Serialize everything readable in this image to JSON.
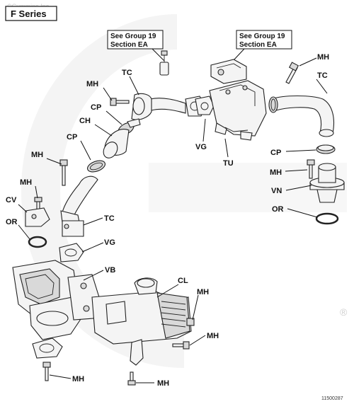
{
  "header": {
    "watermark": "©Cummins Inc",
    "series_label": "F Series"
  },
  "callouts": [
    {
      "line1": "See Group 19",
      "line2": "Section EA"
    },
    {
      "line1": "See Group 19",
      "line2": "Section EA"
    }
  ],
  "labels": {
    "mh_top_right": "MH",
    "tc_top_right": "TC",
    "mh_upper_left": "MH",
    "tc_upper": "TC",
    "cp_upper": "CP",
    "ch": "CH",
    "cp_mid": "CP",
    "vg_upper": "VG",
    "tu": "TU",
    "cp_right": "CP",
    "mh_right": "MH",
    "vn": "VN",
    "or_right": "OR",
    "mh_left1": "MH",
    "mh_left2": "MH",
    "cv": "CV",
    "or_left": "OR",
    "tc_lower": "TC",
    "vg_lower": "VG",
    "vb": "VB",
    "cl": "CL",
    "mh_cooler": "MH",
    "mh_lower_right": "MH",
    "mh_bottom_left": "MH",
    "mh_bottom": "MH"
  },
  "footer": {
    "registered_mark": "®",
    "figure_number": "11500287"
  },
  "colors": {
    "ink": "#111111",
    "part_fill": "#f4f4f4",
    "watermark": "#efefef"
  }
}
